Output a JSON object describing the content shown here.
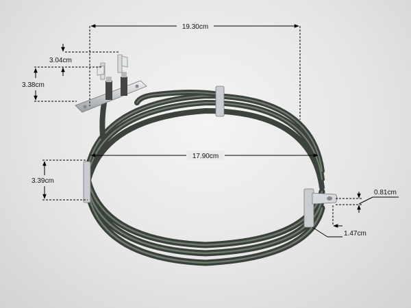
{
  "colors": {
    "background": "#e9e9e9",
    "element_dark": "#3c433c",
    "element_mid": "#5a645a",
    "element_light": "#8d998d",
    "metal": "#c9cdd2",
    "dimension_line": "#000000"
  },
  "dimensions": [
    {
      "id": "overall_width",
      "text": "19.30cm"
    },
    {
      "id": "inner_diameter",
      "text": "17.90cm"
    },
    {
      "id": "terminal_height",
      "text": "3.04cm"
    },
    {
      "id": "bracket_height",
      "text": "3.38cm"
    },
    {
      "id": "coil_height",
      "text": "3.39cm"
    },
    {
      "id": "tab_thickness",
      "text": "0.81cm"
    },
    {
      "id": "tab_length",
      "text": "1.47cm"
    }
  ]
}
